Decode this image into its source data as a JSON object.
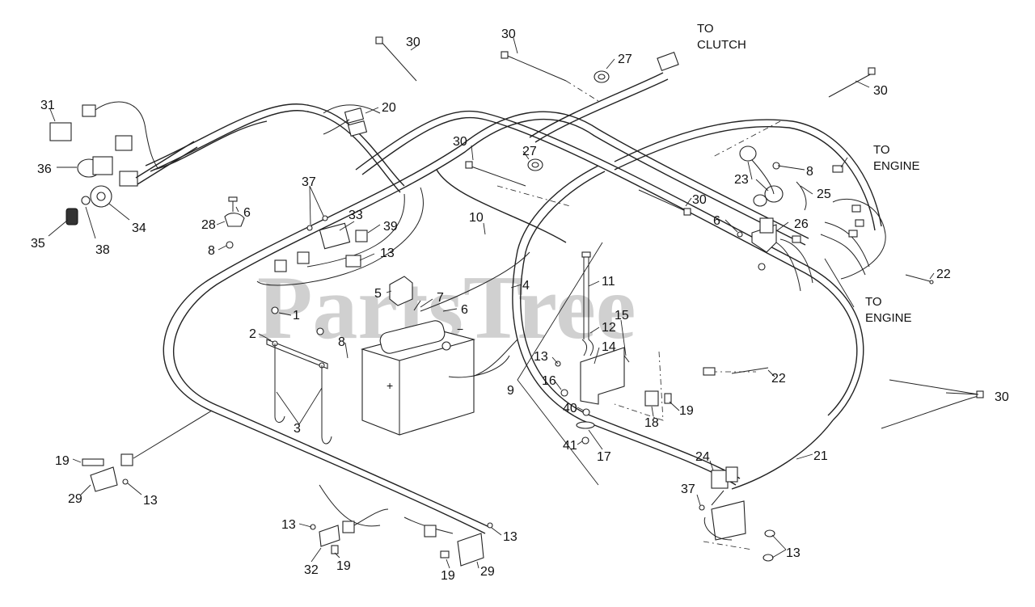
{
  "watermark": "PartsTree",
  "destinations": {
    "to_clutch": [
      "TO",
      "CLUTCH"
    ],
    "to_engine_1": [
      "TO",
      "ENGINE"
    ],
    "to_engine_2": [
      "TO",
      "ENGINE"
    ]
  },
  "callouts": [
    {
      "id": "c30a",
      "text": "30"
    },
    {
      "id": "c30b",
      "text": "30"
    },
    {
      "id": "c30c",
      "text": "30"
    },
    {
      "id": "c30d",
      "text": "30"
    },
    {
      "id": "c30e",
      "text": "30"
    },
    {
      "id": "c30f",
      "text": "30"
    },
    {
      "id": "c27a",
      "text": "27"
    },
    {
      "id": "c27b",
      "text": "27"
    },
    {
      "id": "c31",
      "text": "31"
    },
    {
      "id": "c36",
      "text": "36"
    },
    {
      "id": "c35",
      "text": "35"
    },
    {
      "id": "c38",
      "text": "38"
    },
    {
      "id": "c34",
      "text": "34"
    },
    {
      "id": "c20",
      "text": "20"
    },
    {
      "id": "c37a",
      "text": "37"
    },
    {
      "id": "c33",
      "text": "33"
    },
    {
      "id": "c39",
      "text": "39"
    },
    {
      "id": "c13a",
      "text": "13"
    },
    {
      "id": "c6a",
      "text": "6"
    },
    {
      "id": "c28",
      "text": "28"
    },
    {
      "id": "c8a",
      "text": "8"
    },
    {
      "id": "c10",
      "text": "10"
    },
    {
      "id": "c5",
      "text": "5"
    },
    {
      "id": "c4",
      "text": "4"
    },
    {
      "id": "c7",
      "text": "7"
    },
    {
      "id": "c6b",
      "text": "6"
    },
    {
      "id": "c1",
      "text": "1"
    },
    {
      "id": "c2",
      "text": "2"
    },
    {
      "id": "c8b",
      "text": "8"
    },
    {
      "id": "c3",
      "text": "3"
    },
    {
      "id": "c9",
      "text": "9"
    },
    {
      "id": "c11",
      "text": "11"
    },
    {
      "id": "c12",
      "text": "12"
    },
    {
      "id": "c15",
      "text": "15"
    },
    {
      "id": "c14",
      "text": "14"
    },
    {
      "id": "c13b",
      "text": "13"
    },
    {
      "id": "c16",
      "text": "16"
    },
    {
      "id": "c40",
      "text": "40"
    },
    {
      "id": "c41",
      "text": "41"
    },
    {
      "id": "c17",
      "text": "17"
    },
    {
      "id": "c18",
      "text": "18"
    },
    {
      "id": "c19a",
      "text": "19"
    },
    {
      "id": "c22a",
      "text": "22"
    },
    {
      "id": "c21",
      "text": "21"
    },
    {
      "id": "c24",
      "text": "24"
    },
    {
      "id": "c37b",
      "text": "37"
    },
    {
      "id": "c13c",
      "text": "13"
    },
    {
      "id": "c23",
      "text": "23"
    },
    {
      "id": "c8c",
      "text": "8"
    },
    {
      "id": "c25",
      "text": "25"
    },
    {
      "id": "c6c",
      "text": "6"
    },
    {
      "id": "c26",
      "text": "26"
    },
    {
      "id": "c22b",
      "text": "22"
    },
    {
      "id": "c19b",
      "text": "19"
    },
    {
      "id": "c29a",
      "text": "29"
    },
    {
      "id": "c13d",
      "text": "13"
    },
    {
      "id": "c13e",
      "text": "13"
    },
    {
      "id": "c32",
      "text": "32"
    },
    {
      "id": "c19c",
      "text": "19"
    },
    {
      "id": "c19d",
      "text": "19"
    },
    {
      "id": "c29b",
      "text": "29"
    },
    {
      "id": "c13f",
      "text": "13"
    }
  ]
}
